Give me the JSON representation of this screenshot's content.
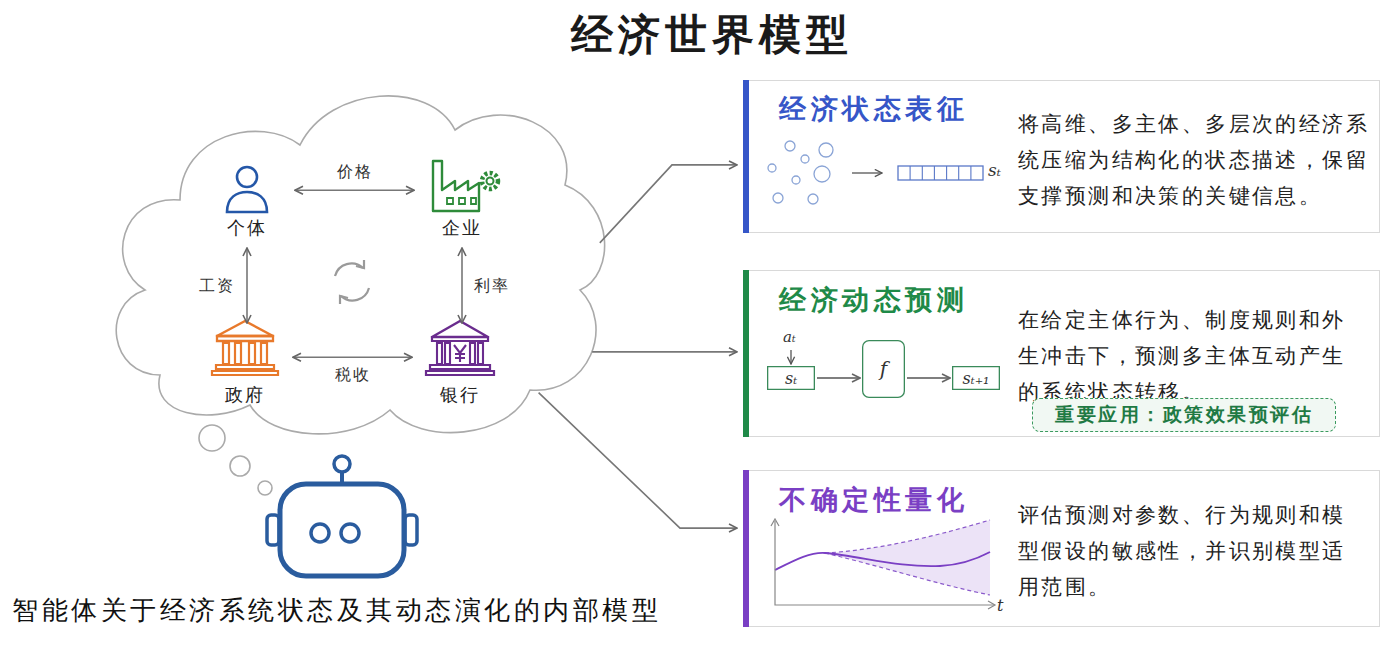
{
  "diagram": {
    "title": "经济世界模型",
    "caption": "智能体关于经济系统状态及其动态演化的内部模型",
    "nodes": [
      {
        "text": []
      },
      {
        "text": [
          "个体"
        ],
        "in": 0
      },
      {
        "text": [
          "企业"
        ],
        "in": 0
      },
      {
        "text": [
          "政府"
        ],
        "in": 0
      },
      {
        "text": [
          "银行"
        ],
        "in": 0
      },
      {
        "text": [
          "经济状态表征",
          "将高维、多主体、多层次的经济系统压缩为结构化的状态描述，保留支撑预测和决策的关键信息。"
        ]
      },
      {
        "text": [
          "经济动态预测",
          "在给定主体行为、制度规则和外生冲击下，预测多主体互动产生的系统状态转移。"
        ]
      },
      {
        "text": [
          "sₜ"
        ],
        "in": 6
      },
      {
        "text": [
          "f"
        ],
        "in": 6
      },
      {
        "text": [
          "sₜ₊₁"
        ],
        "in": 6
      },
      {
        "text": [
          "重要应用：政策效果预评估"
        ],
        "in": 6
      },
      {
        "text": [
          "不确定性量化",
          "评估预测对参数、行为规则和模型假设的敏感性，并识别模型适用范围。"
        ]
      }
    ],
    "edges": [
      {
        "from": 1,
        "to": 2,
        "label": "价格",
        "arrow": "both"
      },
      {
        "from": 1,
        "to": 3,
        "label": "工资",
        "arrow": "both"
      },
      {
        "from": 2,
        "to": 4,
        "label": "利率",
        "arrow": "both"
      },
      {
        "from": 3,
        "to": 4,
        "label": "税收",
        "arrow": "both"
      },
      {
        "from": 0,
        "to": 5,
        "arrow": "to"
      },
      {
        "from": 0,
        "to": 6,
        "arrow": "to"
      },
      {
        "from": 0,
        "to": 11,
        "arrow": "to"
      },
      {
        "from": 7,
        "to": 8,
        "arrow": "to"
      },
      {
        "from": 8,
        "to": 9,
        "arrow": "to"
      }
    ],
    "labels": [
      "sₜ",
      "aₜ",
      "t"
    ]
  }
}
